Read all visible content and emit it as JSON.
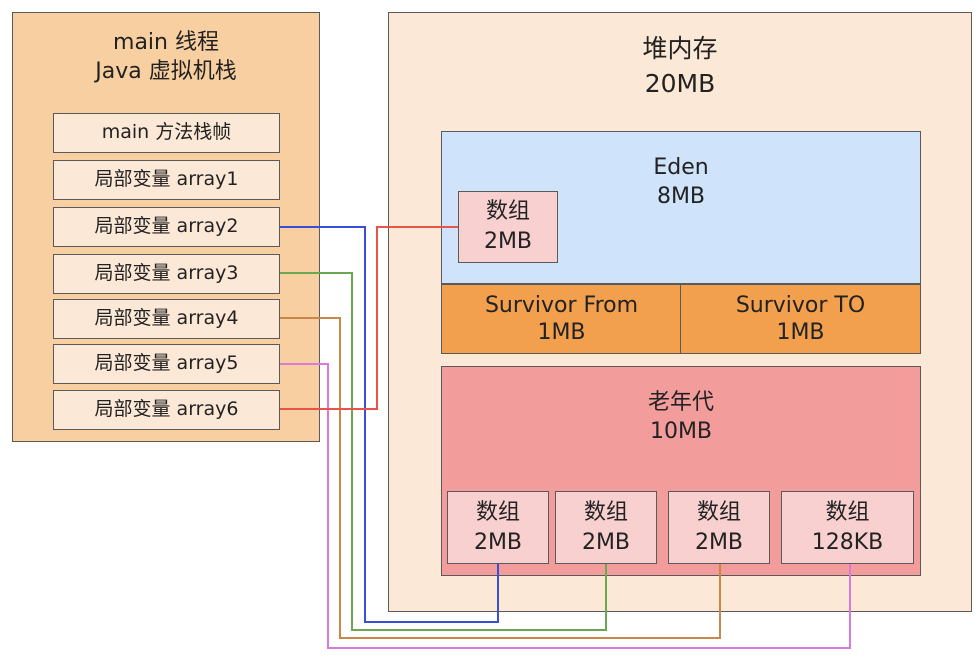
{
  "stack": {
    "title_line1": "main 线程",
    "title_line2": "Java 虚拟机栈",
    "frames": [
      "main 方法栈帧",
      "局部变量 array1",
      "局部变量 array2",
      "局部变量 array3",
      "局部变量 array4",
      "局部变量 array5",
      "局部变量 array6"
    ]
  },
  "heap": {
    "title": "堆内存",
    "size": "20MB",
    "eden": {
      "name": "Eden",
      "size": "8MB",
      "array": {
        "label": "数组",
        "size": "2MB"
      }
    },
    "survivor_from": {
      "name": "Survivor From",
      "size": "1MB"
    },
    "survivor_to": {
      "name": "Survivor TO",
      "size": "1MB"
    },
    "old": {
      "name": "老年代",
      "size": "10MB",
      "arrays": [
        {
          "label": "数组",
          "size": "2MB"
        },
        {
          "label": "数组",
          "size": "2MB"
        },
        {
          "label": "数组",
          "size": "2MB"
        },
        {
          "label": "数组",
          "size": "128KB"
        }
      ]
    }
  },
  "colors": {
    "array2_ref": "#3a4fd8",
    "array3_ref": "#6aa84f",
    "array4_ref": "#c9874a",
    "array5_ref": "#d97adb",
    "array6_ref": "#e8534a"
  }
}
